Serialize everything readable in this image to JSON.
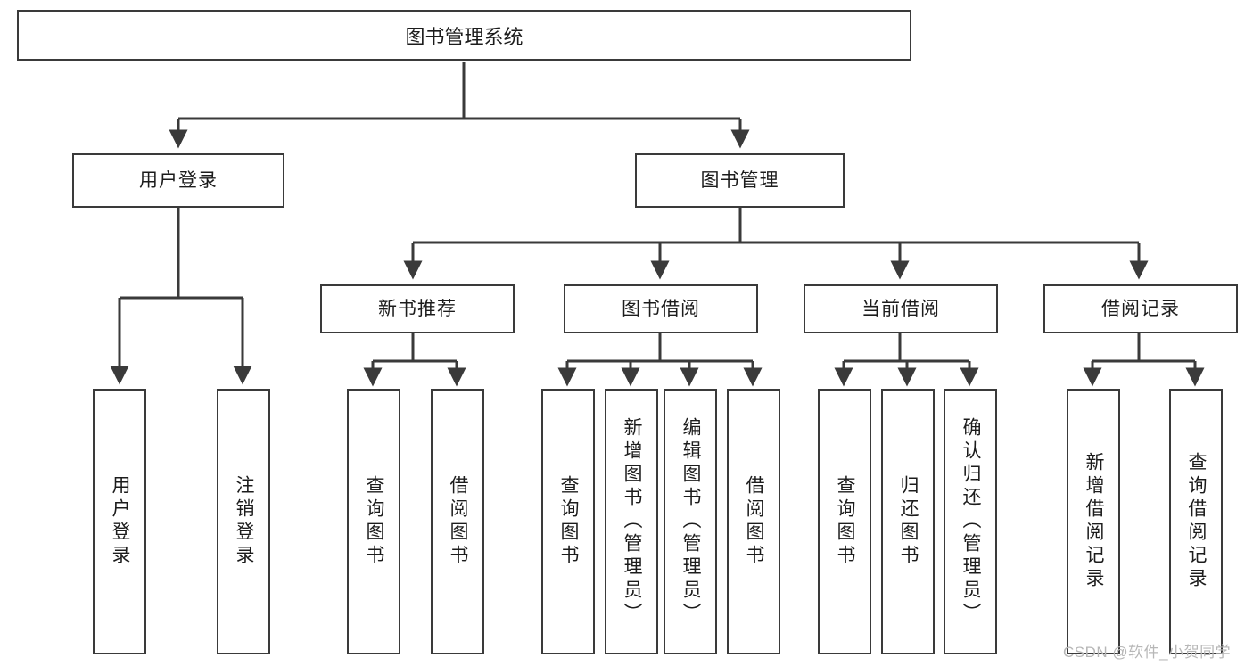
{
  "diagram": {
    "title": "图书管理系统",
    "type": "tree-hierarchy-chart",
    "root": {
      "label": "图书管理系统"
    },
    "level2": [
      {
        "label": "用户登录"
      },
      {
        "label": "图书管理"
      }
    ],
    "level3": [
      {
        "label": "新书推荐"
      },
      {
        "label": "图书借阅"
      },
      {
        "label": "当前借阅"
      },
      {
        "label": "借阅记录"
      }
    ],
    "leaves": [
      {
        "label": "用户登录",
        "parent": "用户登录"
      },
      {
        "label": "注销登录",
        "parent": "用户登录"
      },
      {
        "label": "查询图书",
        "parent": "新书推荐"
      },
      {
        "label": "借阅图书",
        "parent": "新书推荐"
      },
      {
        "label": "查询图书",
        "parent": "图书借阅"
      },
      {
        "label": "新增图书（管理员）",
        "parent": "图书借阅"
      },
      {
        "label": "编辑图书（管理员）",
        "parent": "图书借阅"
      },
      {
        "label": "借阅图书",
        "parent": "图书借阅"
      },
      {
        "label": "查询图书",
        "parent": "当前借阅"
      },
      {
        "label": "归还图书",
        "parent": "当前借阅"
      },
      {
        "label": "确认归还（管理员）",
        "parent": "当前借阅"
      },
      {
        "label": "新增借阅记录",
        "parent": "借阅记录"
      },
      {
        "label": "查询借阅记录",
        "parent": "借阅记录"
      }
    ]
  },
  "watermark": {
    "text": "CSDN @软件_小贺同学"
  },
  "colors": {
    "stroke": "#3a3a3a",
    "fill": "#ffffff",
    "text": "#1c1c1c",
    "watermark": "#b7b7b7"
  }
}
